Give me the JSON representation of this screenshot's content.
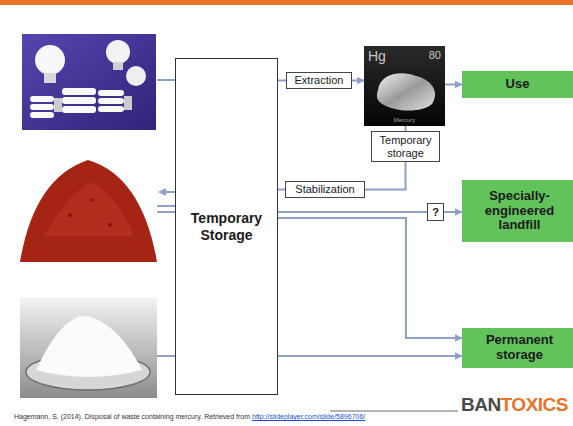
{
  "diagram": {
    "nodes": [
      {
        "text": [
          "Temporary Storage"
        ]
      },
      {
        "text": [
          "Extraction"
        ]
      },
      {
        "text": [
          "Hg",
          "80",
          "Mercury"
        ]
      },
      {
        "text": [
          "Temporary storage"
        ]
      },
      {
        "text": [
          "Stabilization"
        ]
      },
      {
        "text": [
          "Use"
        ]
      },
      {
        "text": [
          "?"
        ]
      },
      {
        "text": [
          "Specially-engineered landfill"
        ]
      },
      {
        "text": [
          "Permanent storage"
        ]
      }
    ],
    "edges": [
      {
        "from": 0,
        "to": 1,
        "arrow": "none"
      },
      {
        "from": 1,
        "to": 2,
        "arrow": "to"
      },
      {
        "from": 2,
        "to": 5,
        "arrow": "to"
      },
      {
        "from": 2,
        "to": 3,
        "arrow": "none"
      },
      {
        "from": 3,
        "to": 4,
        "arrow": "none"
      },
      {
        "from": 4,
        "to": 0,
        "arrow": "none"
      },
      {
        "from": 0,
        "to": 6,
        "arrow": "none"
      },
      {
        "from": 6,
        "to": 7,
        "arrow": "to"
      },
      {
        "from": 0,
        "to": 8,
        "arrow": "to"
      },
      {
        "from": 0,
        "to": 8,
        "arrow": "to"
      }
    ],
    "labels": [
      "Hagemann, S. (2014). Disposal of waste containing mercury. Retrieved from",
      "http://slideplayer.com/slide/5896706/",
      "BAN",
      "TOXICS"
    ]
  }
}
